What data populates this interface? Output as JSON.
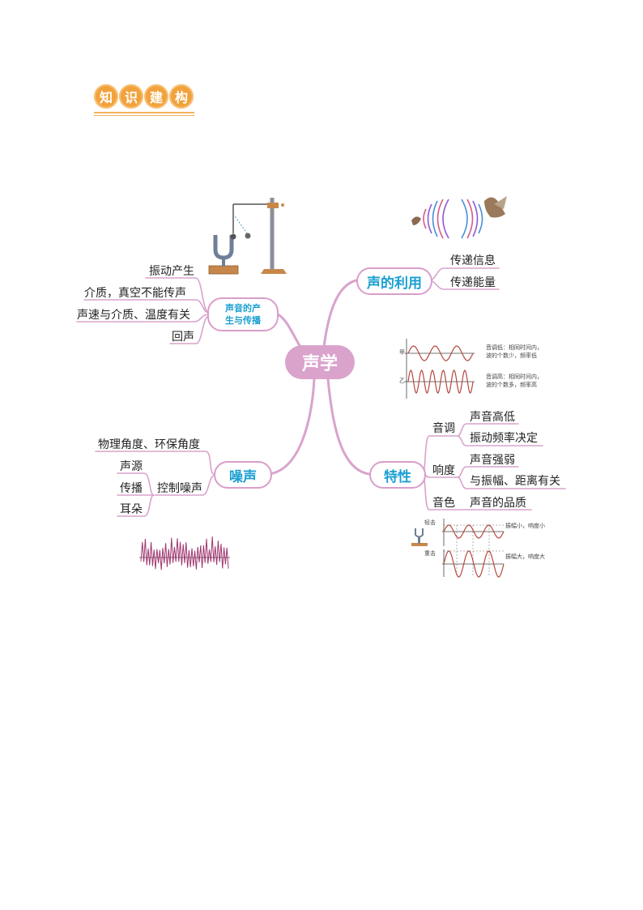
{
  "badge": {
    "chars": [
      "知",
      "识",
      "建",
      "构"
    ]
  },
  "center": "声学",
  "branches": {
    "propagation": {
      "title_line1": "声音的产",
      "title_line2": "生与传播",
      "items": [
        "振动产生",
        "介质，真空不能传声",
        "声速与介质、温度有关",
        "回声"
      ]
    },
    "use": {
      "title": "声的利用",
      "items": [
        "传递信息",
        "传递能量"
      ]
    },
    "noise": {
      "title": "噪声",
      "item_top": "物理角度、环保角度",
      "control": "控制噪声",
      "control_items": [
        "声源",
        "传播",
        "耳朵"
      ]
    },
    "features": {
      "title": "特性",
      "pitch": {
        "label": "音调",
        "items": [
          "声音高低",
          "振动频率决定"
        ]
      },
      "loudness": {
        "label": "响度",
        "items": [
          "声音强弱",
          "与振幅、距离有关"
        ]
      },
      "timbre": {
        "label": "音色",
        "items": [
          "声音的品质"
        ]
      }
    }
  },
  "wave_figure": {
    "jia": "甲",
    "yi": "乙",
    "note_low": [
      "音调低：相同时间内，",
      "波的个数少，频率低"
    ],
    "note_high": [
      "音调高：相同时间内，",
      "波的个数多，频率高"
    ]
  },
  "loud_figure": {
    "light": "轻击",
    "heavy": "重击",
    "note_small": "振幅小，响度小",
    "note_large": "振幅大，响度大"
  },
  "colors": {
    "branch": "#d9a3cc",
    "title": "#1a9fd1",
    "badge": "#f2a23c",
    "wave": "#b5473f"
  }
}
